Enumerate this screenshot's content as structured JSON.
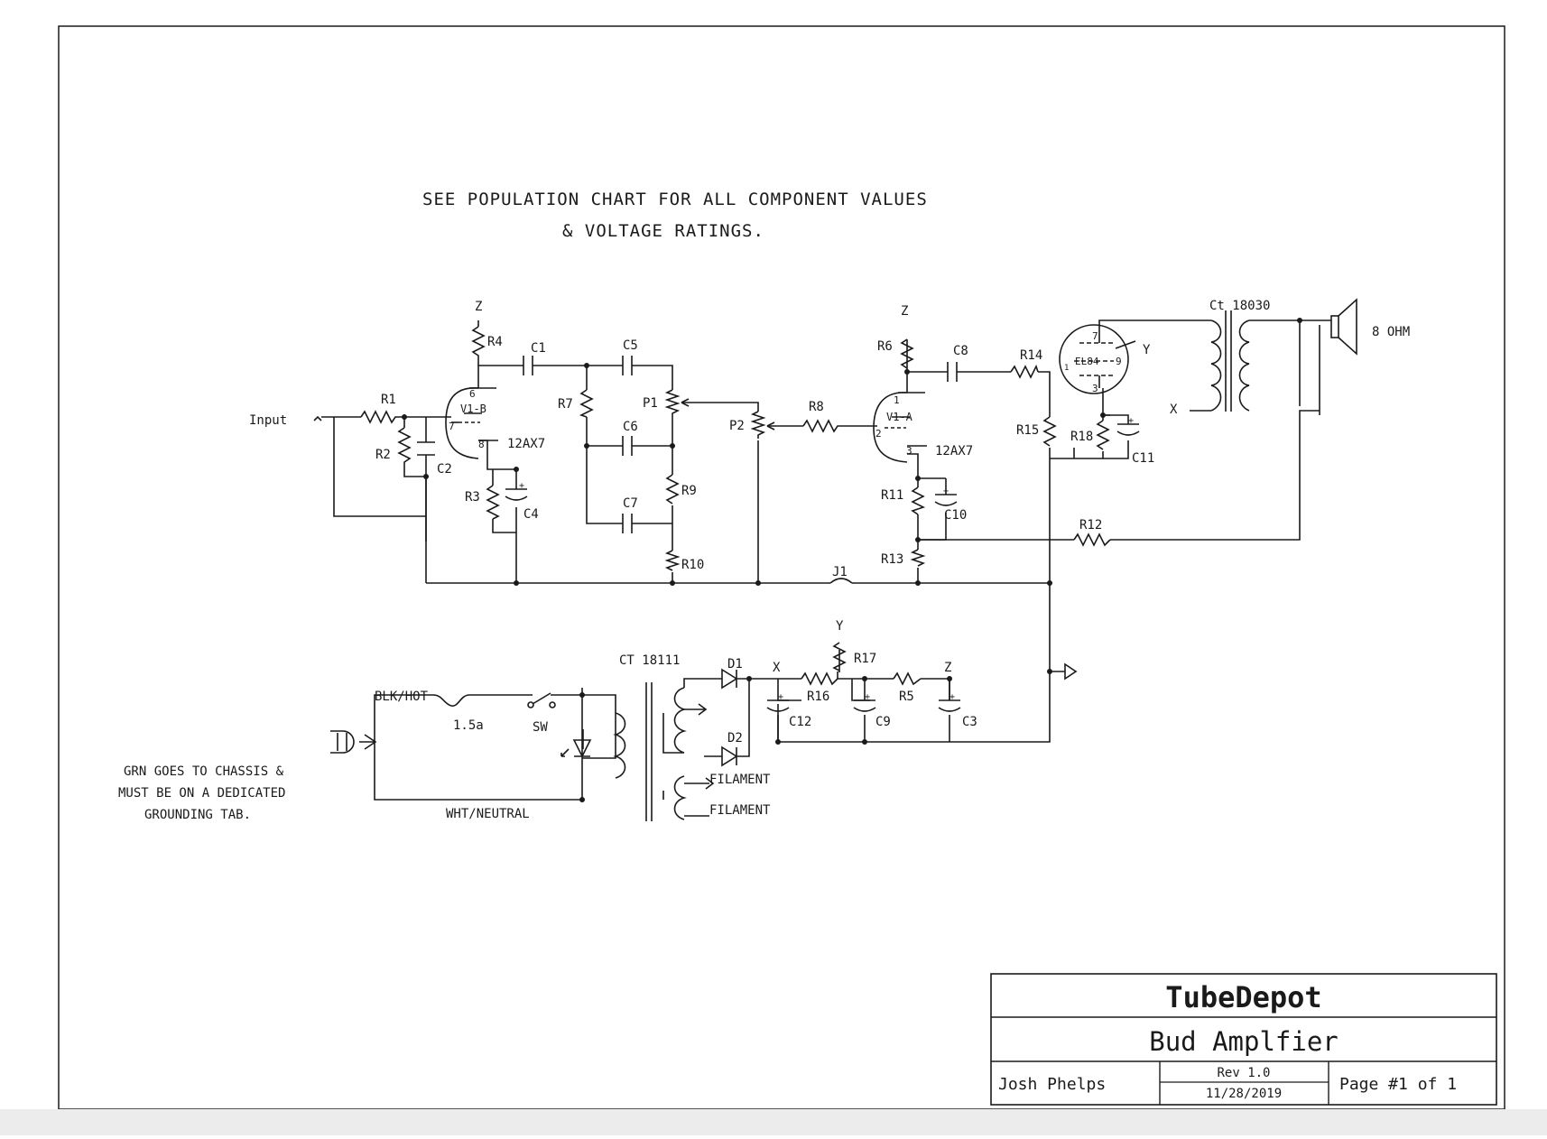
{
  "notes": {
    "population_line1": "SEE POPULATION CHART FOR ALL COMPONENT VALUES",
    "population_line2": "& VOLTAGE RATINGS.",
    "ground_line1": "GRN GOES TO CHASSIS &",
    "ground_line2": "MUST BE ON A DEDICATED",
    "ground_line3": "GROUNDING TAB."
  },
  "labels": {
    "input": "Input",
    "R1": "R1",
    "R2": "R2",
    "R3": "R3",
    "R4": "R4",
    "R5": "R5",
    "R6": "R6",
    "R7": "R7",
    "R8": "R8",
    "R9": "R9",
    "R10": "R10",
    "R11": "R11",
    "R12": "R12",
    "R13": "R13",
    "R14": "R14",
    "R15": "R15",
    "R16": "R16",
    "R17": "R17",
    "R18": "R18",
    "C1": "C1",
    "C2": "C2",
    "C3": "C3",
    "C4": "C4",
    "C5": "C5",
    "C6": "C6",
    "C7": "C7",
    "C8": "C8",
    "C9": "C9",
    "C10": "C10",
    "C11": "C11",
    "C12": "C12",
    "P1": "P1",
    "P2": "P2",
    "J1": "J1",
    "D1": "D1",
    "D2": "D2",
    "SW": "SW",
    "tube1_type": "12AX7",
    "tube1_section": "V1-B",
    "tube2_type": "12AX7",
    "tube2_section": "V1-A",
    "tube3_type": "EL84",
    "pin6": "6",
    "pin7": "7",
    "pin8": "8",
    "pin1": "1",
    "pin2": "2",
    "pin3": "3",
    "el_pin7": "7",
    "el_pin9": "9",
    "el_pin3": "3",
    "el_pin1": "1",
    "output_transformer": "Ct 18030",
    "speaker": "8 OHM",
    "power_transformer": "CT 18111",
    "fuse": "1.5a",
    "blk_hot": "BLK/HOT",
    "wht_neutral": "WHT/NEUTRAL",
    "filament1": "FILAMENT",
    "filament2": "FILAMENT",
    "node_z1": "Z",
    "node_z2": "Z",
    "node_z3": "Z",
    "node_y1": "Y",
    "node_y2": "Y",
    "node_x1": "X",
    "node_x2": "X"
  },
  "title_block": {
    "company": "TubeDepot",
    "project": "Bud Amplfier",
    "author": "Josh Phelps",
    "revision": "Rev 1.0",
    "date": "11/28/2019",
    "page": "Page #1 of 1"
  }
}
